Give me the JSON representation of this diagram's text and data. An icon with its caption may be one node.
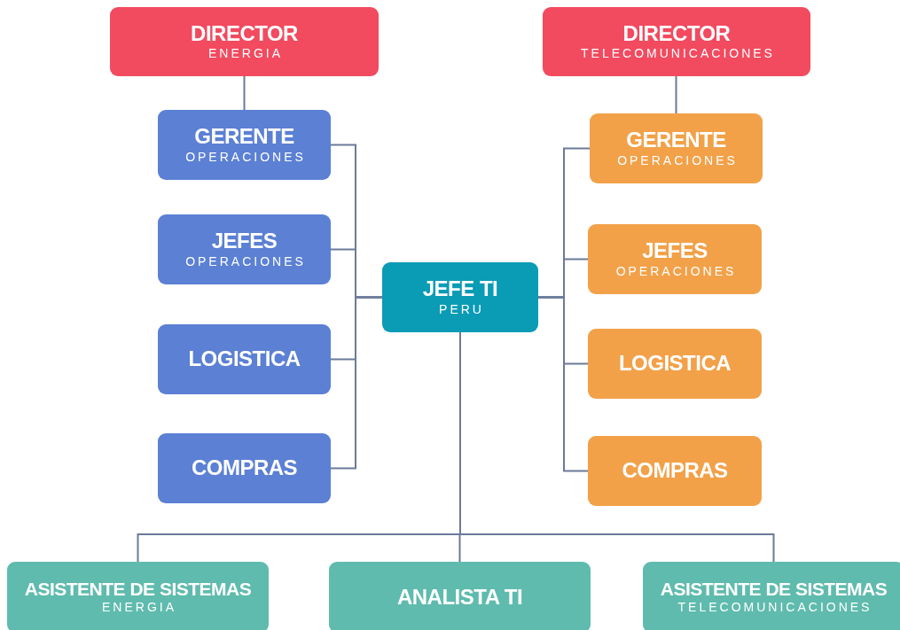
{
  "diagram": {
    "nodes": [
      {
        "text": [
          "DIRECTOR",
          "ENERGIA"
        ]
      },
      {
        "text": [
          "DIRECTOR",
          "TELECOMUNICACIONES"
        ]
      },
      {
        "text": [
          "GERENTE",
          "OPERACIONES"
        ]
      },
      {
        "text": [
          "GERENTE",
          "OPERACIONES"
        ]
      },
      {
        "text": [
          "JEFES",
          "OPERACIONES"
        ]
      },
      {
        "text": [
          "JEFES",
          "OPERACIONES"
        ]
      },
      {
        "text": [
          "JEFE TI",
          "PERU"
        ]
      },
      {
        "text": [
          "LOGISTICA"
        ]
      },
      {
        "text": [
          "LOGISTICA"
        ]
      },
      {
        "text": [
          "COMPRAS"
        ]
      },
      {
        "text": [
          "COMPRAS"
        ]
      },
      {
        "text": [
          "ASISTENTE DE SISTEMAS",
          "ENERGIA"
        ]
      },
      {
        "text": [
          "ANALISTA TI"
        ]
      },
      {
        "text": [
          "ASISTENTE DE SISTEMAS",
          "TELECOMUNICACIONES"
        ]
      }
    ],
    "edges": [
      {
        "from": 0,
        "to": 2,
        "arrow": "none"
      },
      {
        "from": 1,
        "to": 3,
        "arrow": "none"
      },
      {
        "from": 6,
        "to": 2,
        "arrow": "none"
      },
      {
        "from": 6,
        "to": 4,
        "arrow": "none"
      },
      {
        "from": 6,
        "to": 7,
        "arrow": "none"
      },
      {
        "from": 6,
        "to": 9,
        "arrow": "none"
      },
      {
        "from": 6,
        "to": 3,
        "arrow": "none"
      },
      {
        "from": 6,
        "to": 5,
        "arrow": "none"
      },
      {
        "from": 6,
        "to": 8,
        "arrow": "none"
      },
      {
        "from": 6,
        "to": 10,
        "arrow": "none"
      },
      {
        "from": 6,
        "to": 11,
        "arrow": "none"
      },
      {
        "from": 6,
        "to": 12,
        "arrow": "none"
      },
      {
        "from": 6,
        "to": 13,
        "arrow": "none"
      }
    ]
  }
}
